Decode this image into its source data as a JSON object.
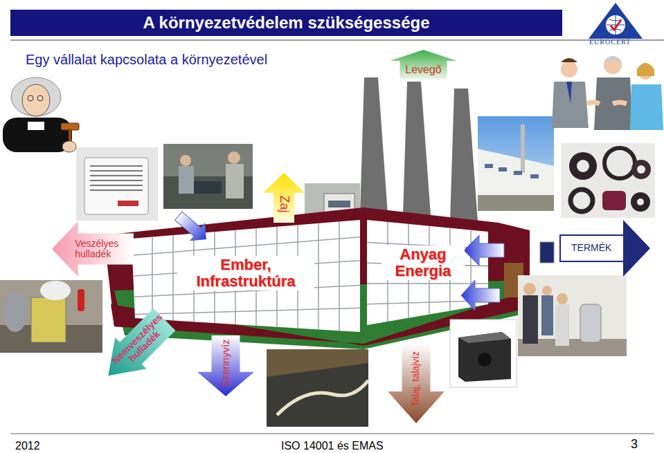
{
  "diagram": {
    "title": "A környezetvédelem szükségessége",
    "nodes": [
      {
        "text": [
          "Levegő"
        ]
      },
      {
        "text": [
          "Zaj"
        ]
      },
      {
        "text": [
          "Veszélyes hulladék"
        ]
      },
      {
        "text": [
          "Ember, Infrastruktúra"
        ]
      },
      {
        "text": [
          "Anyag Energia"
        ]
      },
      {
        "text": [
          "TERMÉK"
        ]
      },
      {
        "text": [
          "Nemveszélyes hulladék"
        ]
      },
      {
        "text": [
          "Szennyvíz"
        ]
      },
      {
        "text": [
          "Talaj, talajvíz"
        ]
      }
    ],
    "labels": [
      "Egy vállalat kapcsolata a környezetével",
      "EUROCERT",
      "2012",
      "ISO 14001 és EMAS",
      "3"
    ]
  }
}
